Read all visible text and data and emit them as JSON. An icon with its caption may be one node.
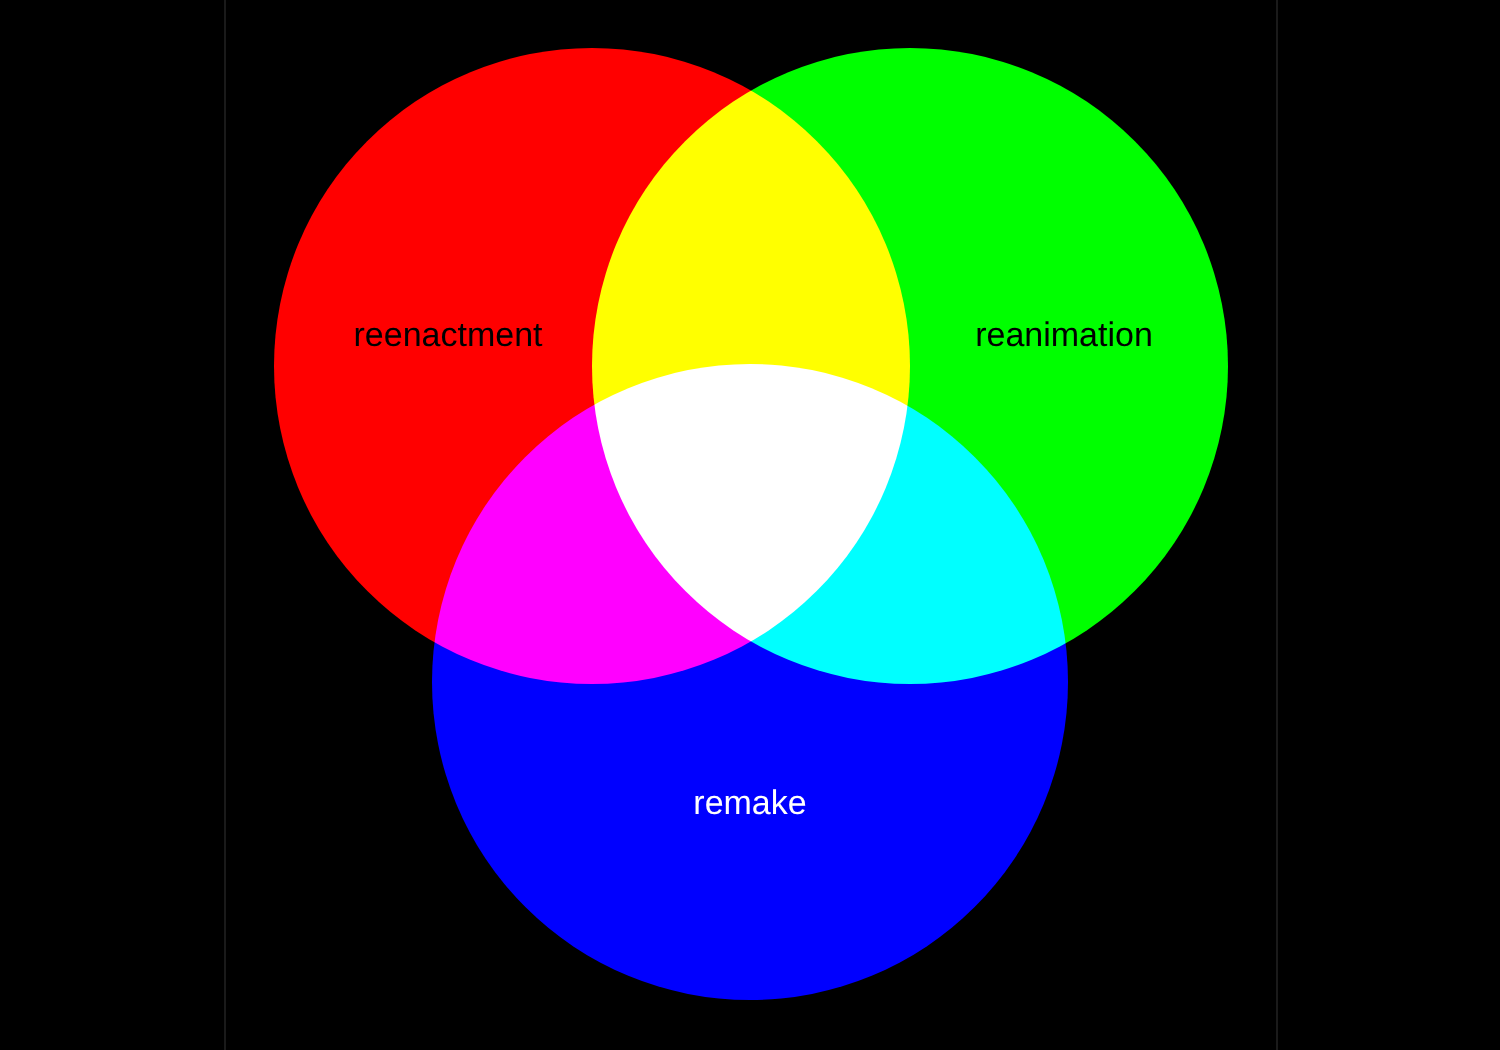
{
  "diagram": {
    "nodes": [
      {
        "text": [
          "reenactment"
        ]
      },
      {
        "text": [
          "reanimation"
        ]
      },
      {
        "text": [
          "remake"
        ]
      }
    ]
  }
}
